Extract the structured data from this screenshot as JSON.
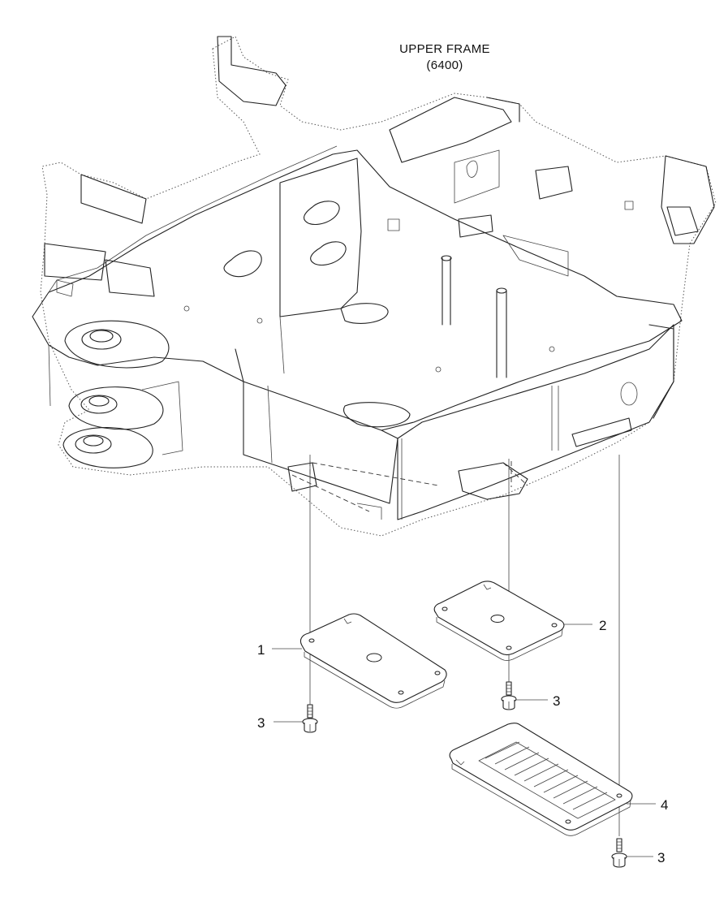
{
  "title": {
    "line1": "UPPER FRAME",
    "line2": "(6400)"
  },
  "callouts": {
    "part1": "1",
    "part2": "2",
    "part3a": "3",
    "part3b": "3",
    "part3c": "3",
    "part4": "4"
  }
}
